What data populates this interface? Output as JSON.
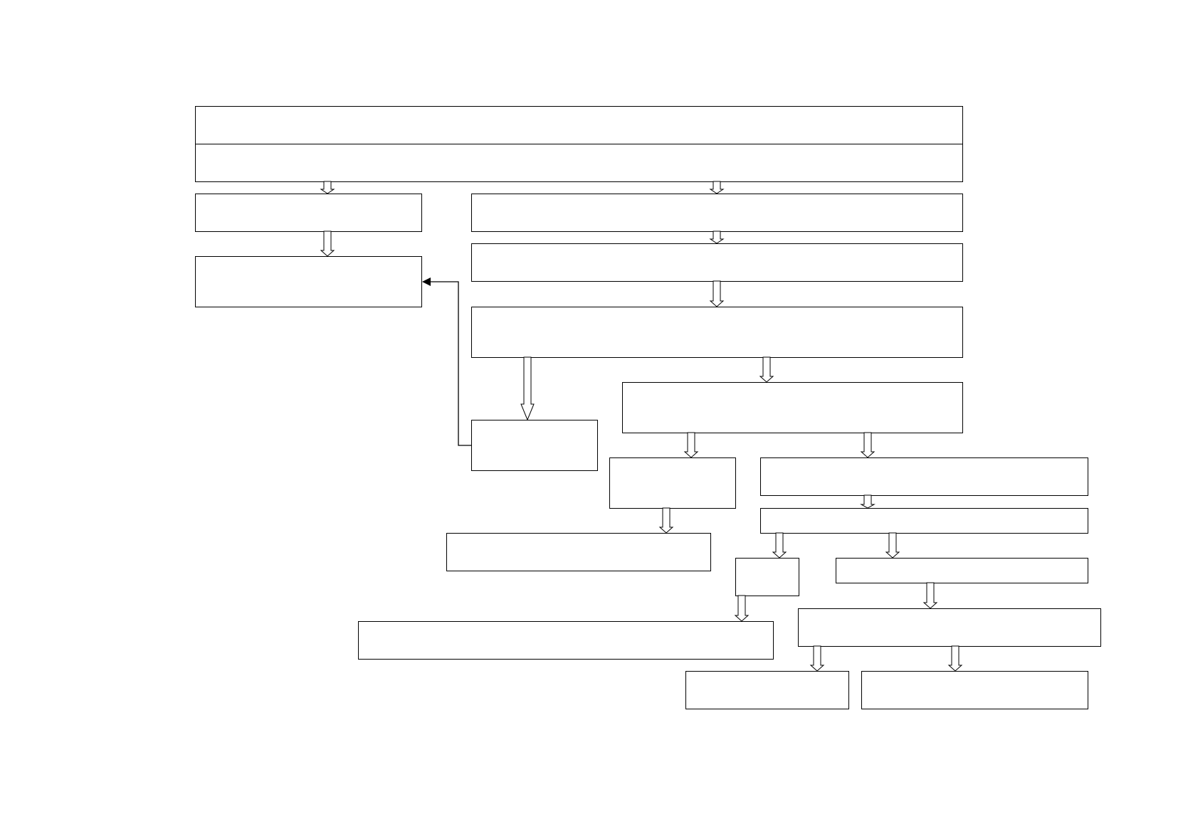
{
  "diagram": {
    "nodes": [
      {
        "id": "header-row-1",
        "text": ""
      },
      {
        "id": "header-row-2",
        "text": ""
      },
      {
        "id": "left-step-1",
        "text": ""
      },
      {
        "id": "left-step-2",
        "text": ""
      },
      {
        "id": "main-step-1",
        "text": ""
      },
      {
        "id": "main-step-2",
        "text": ""
      },
      {
        "id": "main-step-3",
        "text": ""
      },
      {
        "id": "side-branch",
        "text": ""
      },
      {
        "id": "branch-step-1",
        "text": ""
      },
      {
        "id": "branch-left",
        "text": ""
      },
      {
        "id": "branch-right-1",
        "text": ""
      },
      {
        "id": "branch-right-2",
        "text": ""
      },
      {
        "id": "branch-left-result",
        "text": ""
      },
      {
        "id": "small-node",
        "text": ""
      },
      {
        "id": "right-node",
        "text": ""
      },
      {
        "id": "long-result",
        "text": ""
      },
      {
        "id": "final-step",
        "text": ""
      },
      {
        "id": "final-left",
        "text": ""
      },
      {
        "id": "final-right",
        "text": ""
      }
    ],
    "edges": [
      {
        "from": "header-row-2",
        "to": "left-step-1",
        "style": "hollow-arrow"
      },
      {
        "from": "header-row-2",
        "to": "main-step-1",
        "style": "hollow-arrow"
      },
      {
        "from": "left-step-1",
        "to": "left-step-2",
        "style": "hollow-arrow"
      },
      {
        "from": "main-step-1",
        "to": "main-step-2",
        "style": "hollow-arrow"
      },
      {
        "from": "main-step-2",
        "to": "main-step-3",
        "style": "hollow-arrow"
      },
      {
        "from": "main-step-3",
        "to": "side-branch",
        "style": "hollow-arrow"
      },
      {
        "from": "main-step-3",
        "to": "branch-step-1",
        "style": "hollow-arrow"
      },
      {
        "from": "side-branch",
        "to": "left-step-2",
        "style": "line-arrow"
      },
      {
        "from": "branch-step-1",
        "to": "branch-left",
        "style": "hollow-arrow"
      },
      {
        "from": "branch-step-1",
        "to": "branch-right-1",
        "style": "hollow-arrow"
      },
      {
        "from": "branch-left",
        "to": "branch-left-result",
        "style": "hollow-arrow"
      },
      {
        "from": "branch-right-1",
        "to": "branch-right-2",
        "style": "hollow-arrow"
      },
      {
        "from": "branch-right-2",
        "to": "small-node",
        "style": "hollow-arrow"
      },
      {
        "from": "branch-right-2",
        "to": "right-node",
        "style": "hollow-arrow"
      },
      {
        "from": "small-node",
        "to": "long-result",
        "style": "hollow-arrow"
      },
      {
        "from": "right-node",
        "to": "final-step",
        "style": "hollow-arrow"
      },
      {
        "from": "final-step",
        "to": "final-left",
        "style": "hollow-arrow"
      },
      {
        "from": "final-step",
        "to": "final-right",
        "style": "hollow-arrow"
      }
    ]
  }
}
